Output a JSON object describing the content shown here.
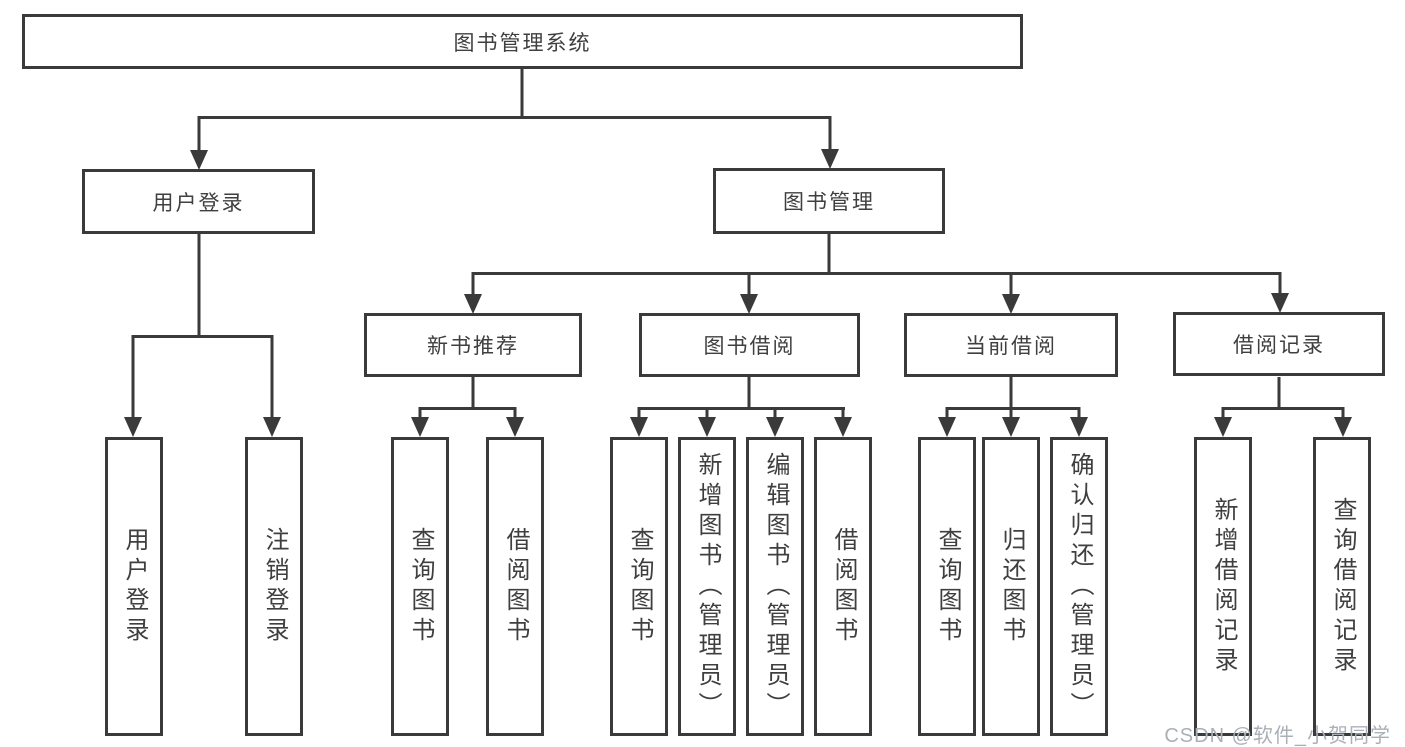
{
  "diagram": {
    "root": {
      "label": "图书管理系统"
    },
    "level2": [
      {
        "label": "用户登录"
      },
      {
        "label": "图书管理"
      }
    ],
    "level3": [
      {
        "label": "新书推荐"
      },
      {
        "label": "图书借阅"
      },
      {
        "label": "当前借阅"
      },
      {
        "label": "借阅记录"
      }
    ],
    "leaves": [
      {
        "label": "用户登录"
      },
      {
        "label": "注销登录"
      },
      {
        "label": "查询图书"
      },
      {
        "label": "借阅图书"
      },
      {
        "label": "查询图书"
      },
      {
        "label": "新增图书（管理员）"
      },
      {
        "label": "编辑图书（管理员）"
      },
      {
        "label": "借阅图书"
      },
      {
        "label": "查询图书"
      },
      {
        "label": "归还图书"
      },
      {
        "label": "确认归还（管理员）"
      },
      {
        "label": "新增借阅记录"
      },
      {
        "label": "查询借阅记录"
      }
    ]
  },
  "watermark": {
    "text": "CSDN @软件_小贺同学"
  },
  "colors": {
    "line": "#3a3a3a",
    "text": "#3f3f3f",
    "watermark": "#aab0b8",
    "background": "#ffffff"
  }
}
